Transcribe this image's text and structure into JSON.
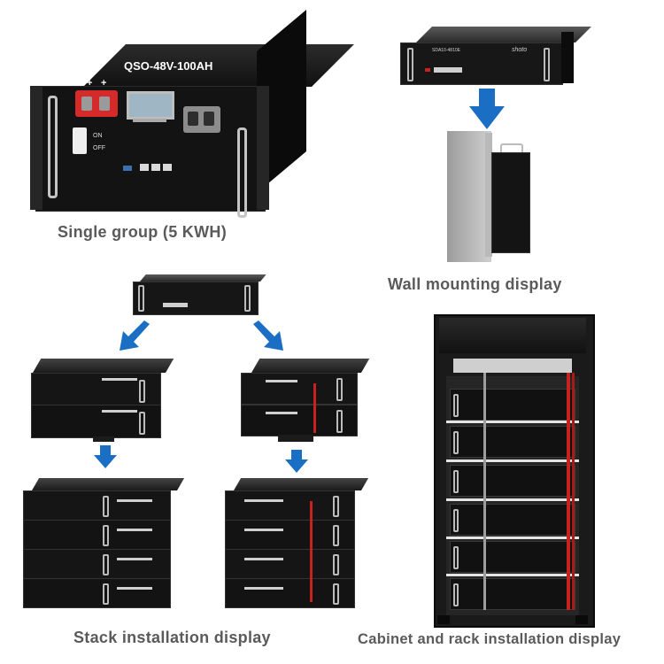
{
  "main_battery": {
    "model_label": "QSO-48V-100AH",
    "switch_on": "ON",
    "switch_off": "OFF",
    "terminal_plus_1": "+",
    "terminal_plus_2": "+"
  },
  "wall_unit": {
    "model_label": "SDA10-4810E",
    "brand_label": "shoto"
  },
  "captions": {
    "single": "Single group (5 KWH)",
    "wall": "Wall mounting display",
    "stack": "Stack installation display",
    "cabinet": "Cabinet and rack installation display"
  },
  "colors": {
    "arrow": "#1a6fc4",
    "caption": "#5a5a5a",
    "battery_body": "#161616",
    "terminal_red": "#d52b2b",
    "cable_red": "#c8221e"
  }
}
